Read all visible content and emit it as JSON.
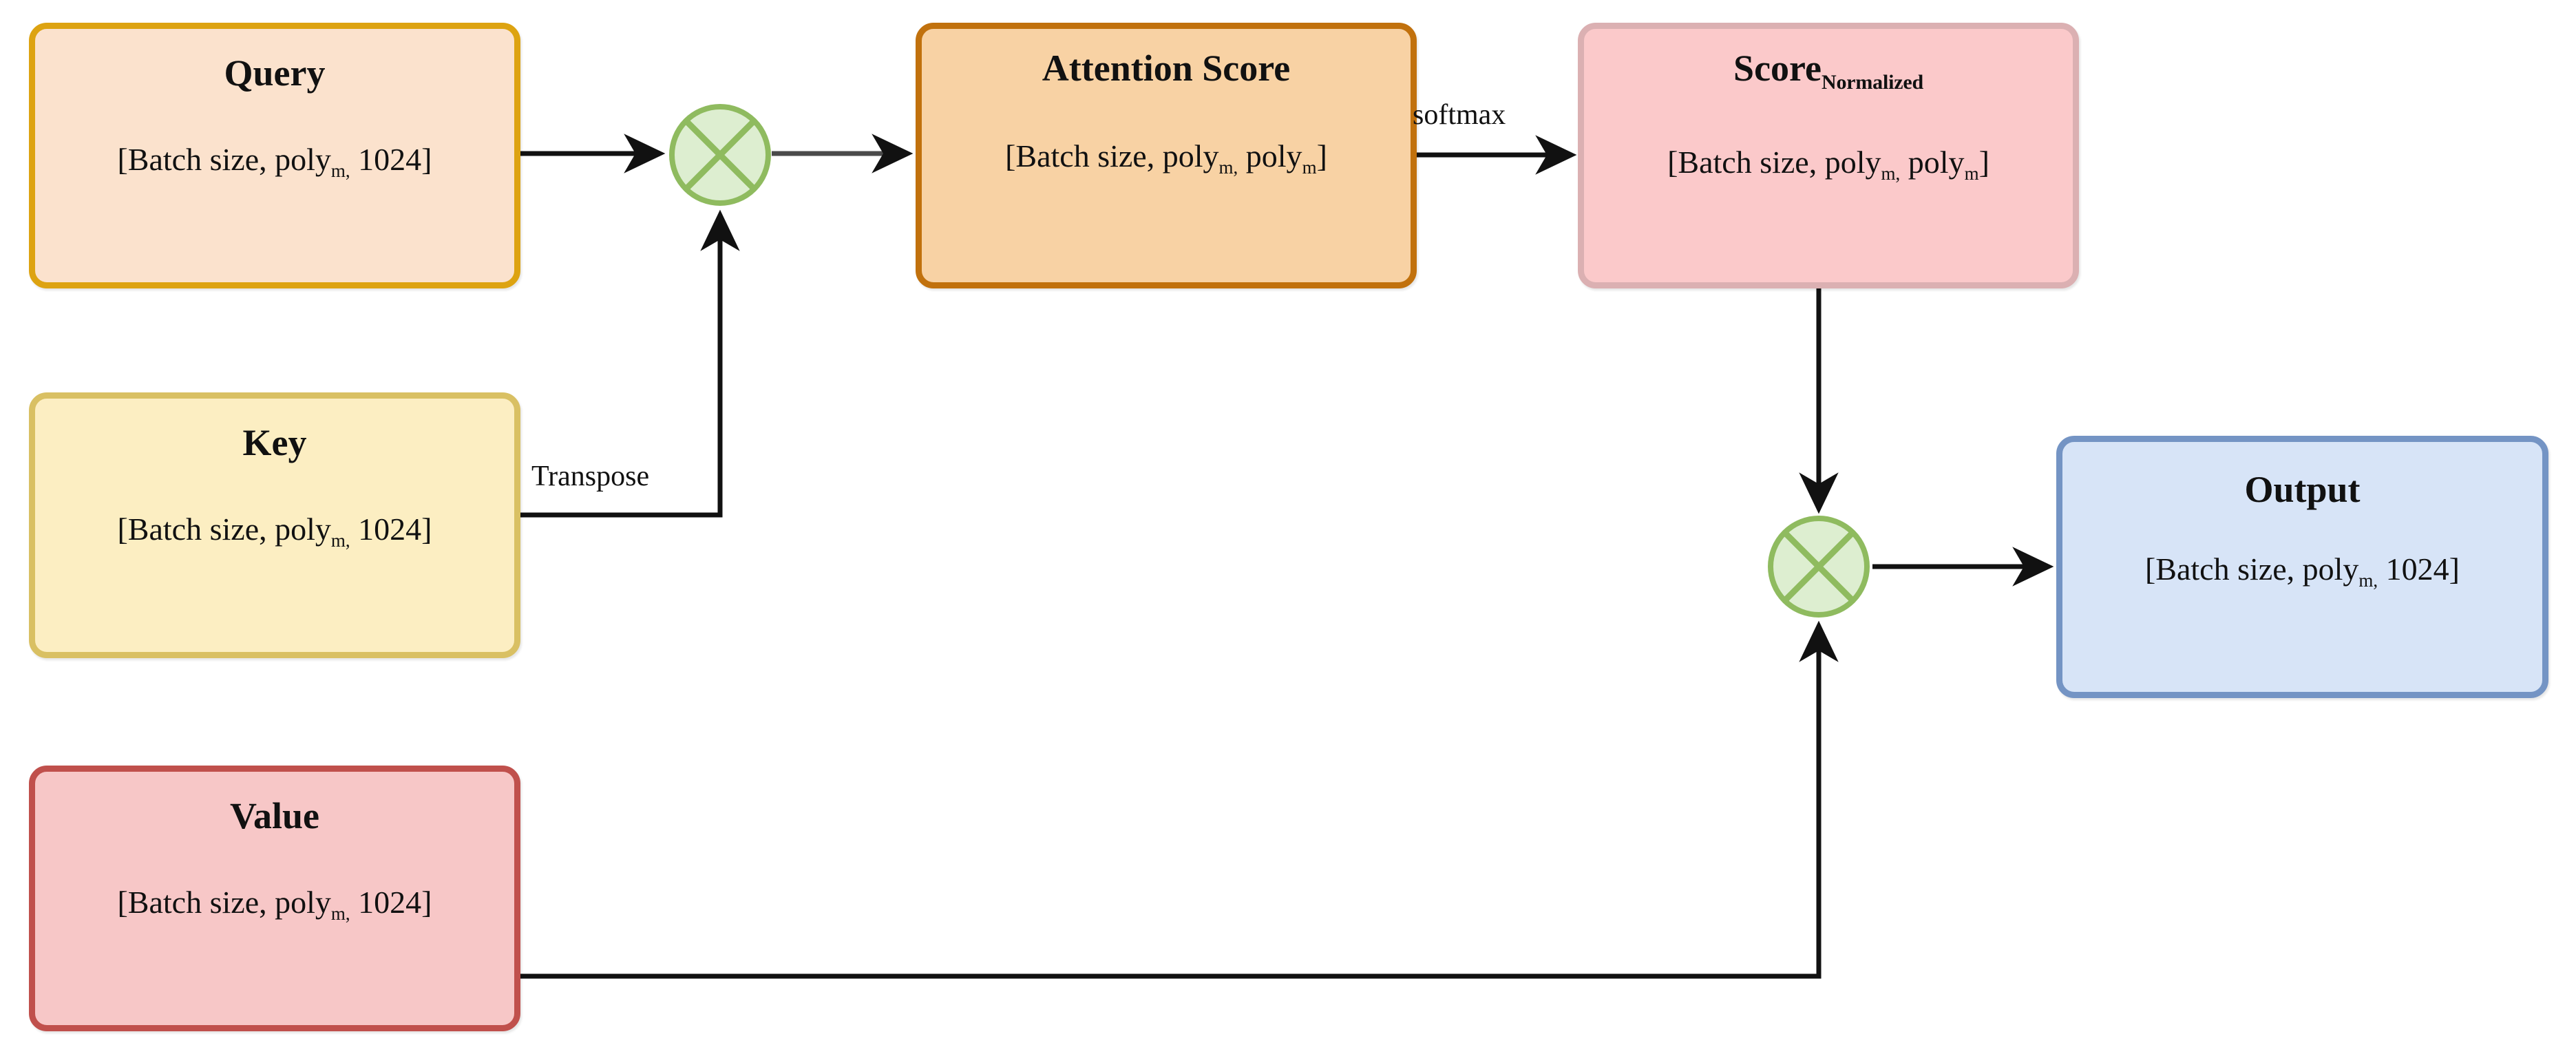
{
  "diagram": {
    "title_hidden": "",
    "nodes": [
      {
        "id": "query",
        "title": "Query",
        "title_sub": "",
        "shape_prefix": "[Batch size, poly",
        "shape_sub": "m,",
        "shape_suffix": " 1024]",
        "fill": "#fbe2cd",
        "stroke": "#dda311"
      },
      {
        "id": "key",
        "title": "Key",
        "title_sub": "",
        "shape_prefix": "[Batch size, poly",
        "shape_sub": "m,",
        "shape_suffix": " 1024]",
        "fill": "#fceec2",
        "stroke": "#d9c063"
      },
      {
        "id": "value",
        "title": "Value",
        "title_sub": "",
        "shape_prefix": "[Batch size, poly",
        "shape_sub": "m,",
        "shape_suffix": " 1024]",
        "fill": "#f7c7c7",
        "stroke": "#c0504c"
      },
      {
        "id": "attention_score",
        "title": "Attention Score",
        "title_sub": "",
        "shape_prefix": "[Batch size, poly",
        "shape_sub": "m,",
        "shape_suffix": " poly",
        "shape_sub2": "m",
        "shape_end": "]",
        "fill": "#f8d2a4",
        "stroke": "#c1710d"
      },
      {
        "id": "score_normalized",
        "title": "Score",
        "title_sub": "Normalized",
        "shape_prefix": "[Batch size, poly",
        "shape_sub": "m,",
        "shape_suffix": " poly",
        "shape_sub2": "m",
        "shape_end": "]",
        "fill": "#fbc9ca",
        "stroke": "#dbb0b2"
      },
      {
        "id": "output",
        "title": "Output",
        "title_sub": "",
        "shape_prefix": "[Batch size, poly",
        "shape_sub": "m,",
        "shape_suffix": " 1024]",
        "fill": "#d7e4f7",
        "stroke": "#7494c4"
      }
    ],
    "operators": [
      {
        "id": "mul_qk",
        "symbol": "multiply",
        "fill": "#ddeed0",
        "stroke": "#8fbb5f"
      },
      {
        "id": "mul_sv",
        "symbol": "multiply",
        "fill": "#ddeed0",
        "stroke": "#8fbb5f"
      }
    ],
    "edge_labels": {
      "softmax": "softmax",
      "transpose": "Transpose"
    },
    "edges": [
      {
        "from": "query",
        "to": "mul_qk",
        "label": ""
      },
      {
        "from": "key",
        "to": "mul_qk",
        "label": "Transpose"
      },
      {
        "from": "mul_qk",
        "to": "attention_score",
        "label": ""
      },
      {
        "from": "attention_score",
        "to": "score_normalized",
        "label": "softmax"
      },
      {
        "from": "score_normalized",
        "to": "mul_sv",
        "label": ""
      },
      {
        "from": "value",
        "to": "mul_sv",
        "label": ""
      },
      {
        "from": "mul_sv",
        "to": "output",
        "label": ""
      }
    ],
    "colors": {
      "edge_stroke": "#111111",
      "background": "#ffffff"
    }
  }
}
